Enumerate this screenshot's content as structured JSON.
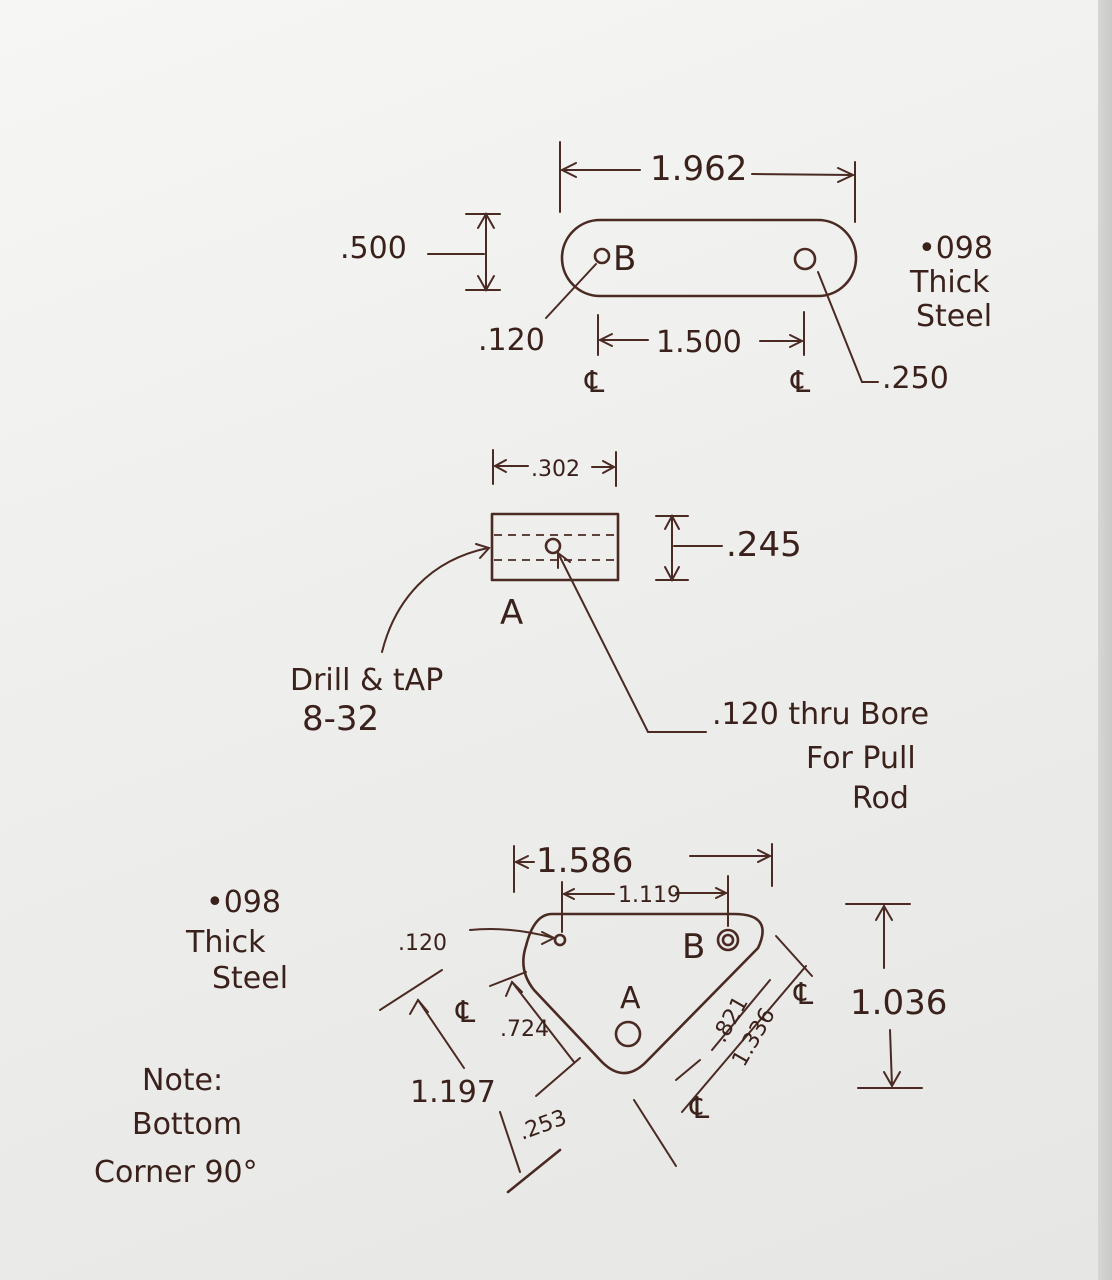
{
  "part1": {
    "length": "1.962",
    "height": ".500",
    "hole_spacing": "1.500",
    "small_hole": ".120",
    "large_hole": ".250",
    "hole_label": "B",
    "centerline_left": "℄",
    "centerline_right": "℄",
    "material": [
      "•098",
      "Thick",
      "Steel"
    ]
  },
  "part2": {
    "width": ".302",
    "height": ".245",
    "label": "A",
    "note_tap": [
      "Drill & tAP",
      "8-32"
    ],
    "note_bore": [
      ".120 thru Bore",
      "For Pull",
      "Rod"
    ]
  },
  "part3": {
    "width": "1.586",
    "hole_spacing": "1.119",
    "small_hole": ".120",
    "label_b": "B",
    "label_a": "A",
    "height": "1.036",
    "left_height": "1.197",
    "dim_724": ".724",
    "dim_253": ".253",
    "dim_821": ".821",
    "dim_1336": "1.336",
    "centerline_1": "℄",
    "centerline_2": "℄",
    "centerline_3": "℄",
    "material": [
      "•098",
      "Thick",
      "Steel"
    ],
    "note": [
      "Note:",
      "Bottom",
      "Corner 90°"
    ]
  }
}
